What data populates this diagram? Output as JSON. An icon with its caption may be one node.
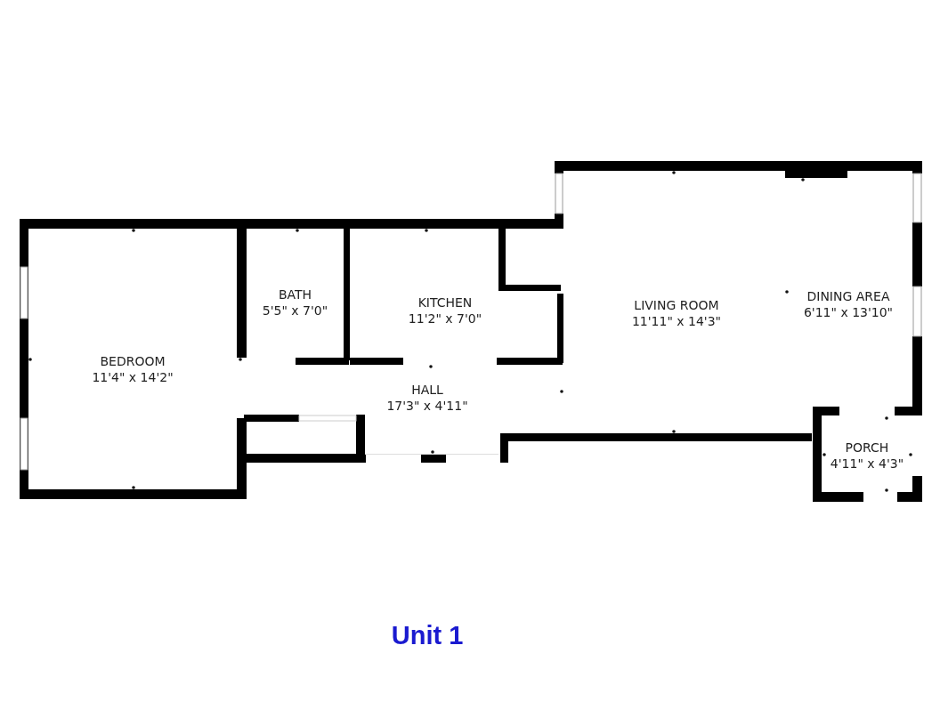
{
  "diagram": {
    "title": "Unit 1",
    "nodes": [
      {
        "text": [
          "BEDROOM",
          "11'4\" x 14'2\""
        ]
      },
      {
        "text": [
          "BATH",
          "5'5\" x 7'0\""
        ]
      },
      {
        "text": [
          "KITCHEN",
          "11'2\" x 7'0\""
        ]
      },
      {
        "text": [
          "HALL",
          "17'3\" x 4'11\""
        ]
      },
      {
        "text": [
          "LIVING ROOM",
          "11'11\" x 14'3\""
        ]
      },
      {
        "text": [
          "DINING AREA",
          "6'11\" x 13'10\""
        ]
      },
      {
        "text": [
          "PORCH",
          "4'11\" x 4'3\""
        ]
      }
    ]
  }
}
